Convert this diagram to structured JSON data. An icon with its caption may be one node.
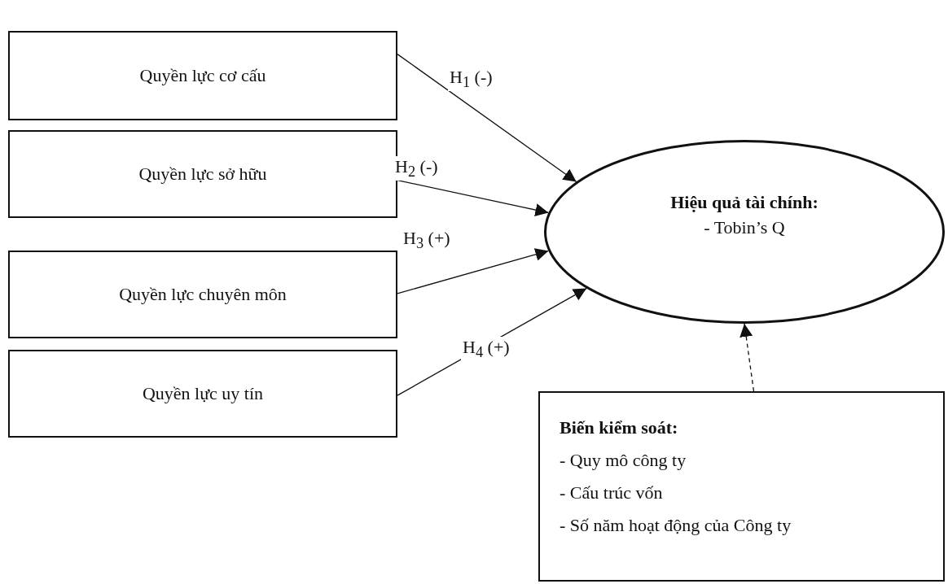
{
  "diagram": {
    "nodes": [
      {
        "text": [
          "Quyền lực cơ cấu"
        ]
      },
      {
        "text": [
          "Quyền lực sở hữu"
        ]
      },
      {
        "text": [
          "Quyền lực chuyên môn"
        ]
      },
      {
        "text": [
          "Quyền lực uy tín"
        ]
      },
      {
        "text": [
          "Hiệu quả tài chính:",
          "- Tobin’s Q"
        ]
      },
      {
        "text": [
          "Biến kiểm soát:",
          "- Quy mô công ty",
          "- Cấu trúc vốn",
          "- Số năm hoạt động của Công ty"
        ]
      }
    ],
    "edges": [
      {
        "from": 0,
        "to": 4,
        "arrow": "to",
        "label": "H$_{1}$ (-)"
      },
      {
        "from": 1,
        "to": 4,
        "arrow": "to",
        "label": "H$_{2}$ (-)"
      },
      {
        "from": 2,
        "to": 4,
        "arrow": "to",
        "label": "H$_{3}$ (+)"
      },
      {
        "from": 3,
        "to": 4,
        "arrow": "to",
        "label": "H$_{4}$ (+)"
      },
      {
        "from": 5,
        "to": 4,
        "arrow": "to",
        "style": "dashed"
      }
    ]
  }
}
